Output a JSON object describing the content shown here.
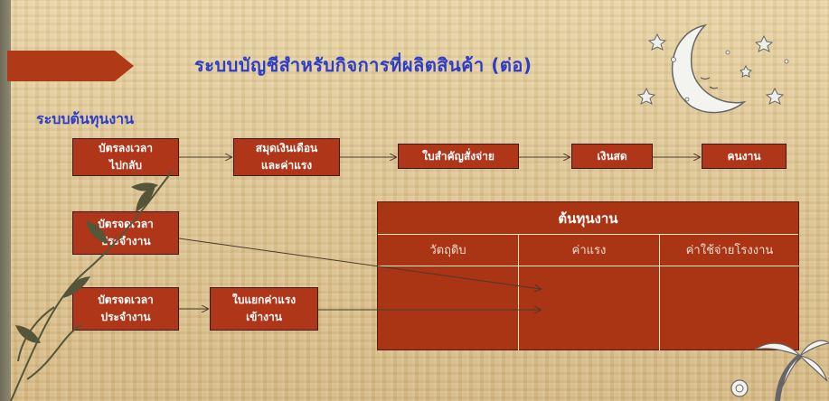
{
  "title": "ระบบบัญชีสำหรับกิจการที่ผลิตสินค้า (ต่อ)",
  "subtitle": "ระบบต้นทุนงาน",
  "flow_row": [
    {
      "label": "บัตรลงเวลา\nไปกลับ"
    },
    {
      "label": "สมุดเงินเดือน\nและค่าแรง"
    },
    {
      "label": "ใบสำคัญสั่งจ่าย"
    },
    {
      "label": "เงินสด"
    },
    {
      "label": "คนงาน"
    }
  ],
  "job_card_1": "บัตรจดเวลา\nประจำงาน",
  "job_card_2": "บัตรจดเวลา\nประจำงาน",
  "labor_dist": "ใบแยกค่าแรง\nเข้างาน",
  "cost_table": {
    "title": "ต้นทุนงาน",
    "columns": [
      "วัตถุดิบ",
      "ค่าแรง",
      "ค่าใช้จ่ายโรงงาน"
    ]
  }
}
